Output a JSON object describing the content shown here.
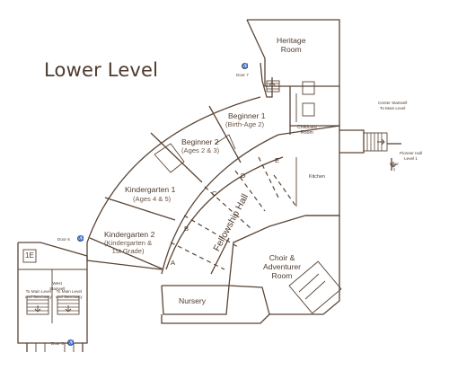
{
  "title": "Lower Level",
  "rooms": {
    "heritage": "Heritage\nRoom",
    "beginner1_name": "Beginner 1",
    "beginner1_ages": "(Birth-Age 2)",
    "beginner2_name": "Beginner 2",
    "beginner2_ages": "(Ages 2 & 3)",
    "kinder1_name": "Kindergarten 1",
    "kinder1_ages": "(Ages 4 & 5)",
    "kinder2_name": "Kindergarten 2",
    "kinder2_ages": "(Kindergarten &\n1st Grade)",
    "fellowship": "Fellowship Hall",
    "choir": "Choir &\nAdventurer\nRoom",
    "nursery": "Nursery",
    "kitchen": "Kitchen",
    "childcare": "Childcare\nRoom"
  },
  "doors": {
    "door7": "Door 7",
    "door6": "Door 6",
    "door5": "Door 5",
    "door1": "Door\n1"
  },
  "stairs": {
    "center": "Center Stairwell\nTo Main Level",
    "pioneer": "Pioneer Hall\nLevel 1",
    "west": "West\nStairwell",
    "west_left": "To Main Level\nand Sanctuary",
    "west_right": "To Main Level\nand Sanctuary"
  },
  "markers": {
    "a": "A",
    "b": "B",
    "c": "C",
    "d": "D",
    "e": "E"
  },
  "elevator_label": "1E",
  "icons": [
    "accessible-icon",
    "restroom-icon",
    "stair-arrow-icon"
  ]
}
